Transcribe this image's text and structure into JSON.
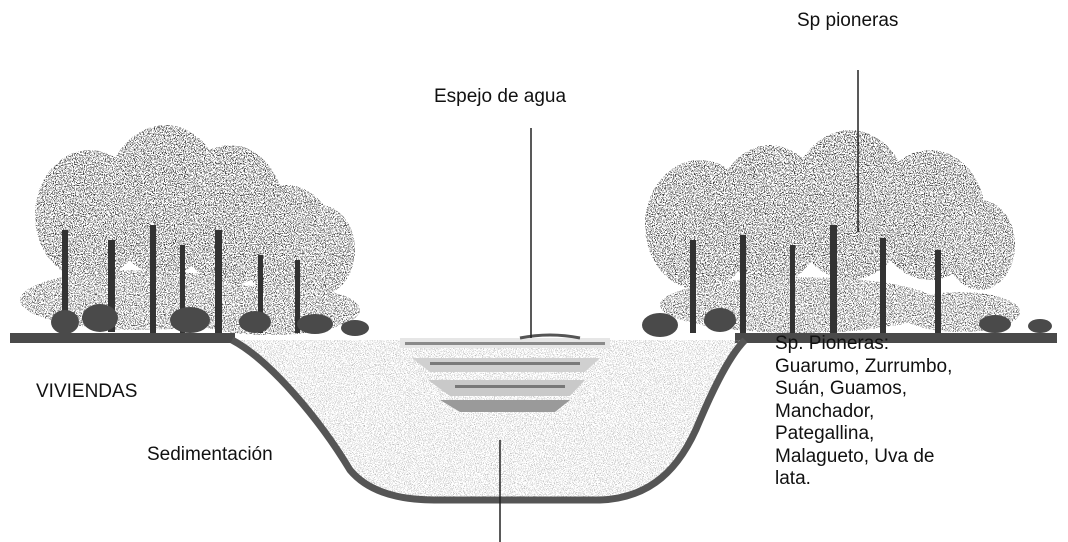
{
  "labels": {
    "sp_pioneras": "Sp pioneras",
    "espejo_de_agua": "Espejo de agua",
    "viviendas": "VIVIENDAS",
    "sedimentacion": "Sedimentación"
  },
  "species_list": {
    "lines": [
      "Sp. Pioneras:",
      "Guarumo, Zurrumbo,",
      "Suán, Guamos,",
      "Manchador,",
      "Pategallina,",
      "Malagueto, Uva de",
      "lata."
    ]
  },
  "colors": {
    "ink": "#111111",
    "foliage_dark": "#3a3a3a",
    "foliage_mid": "#6a6a6a",
    "ground": "#4a4a4a",
    "channel_bed": "#555555",
    "sediment_fill": "#bdbdbd"
  }
}
